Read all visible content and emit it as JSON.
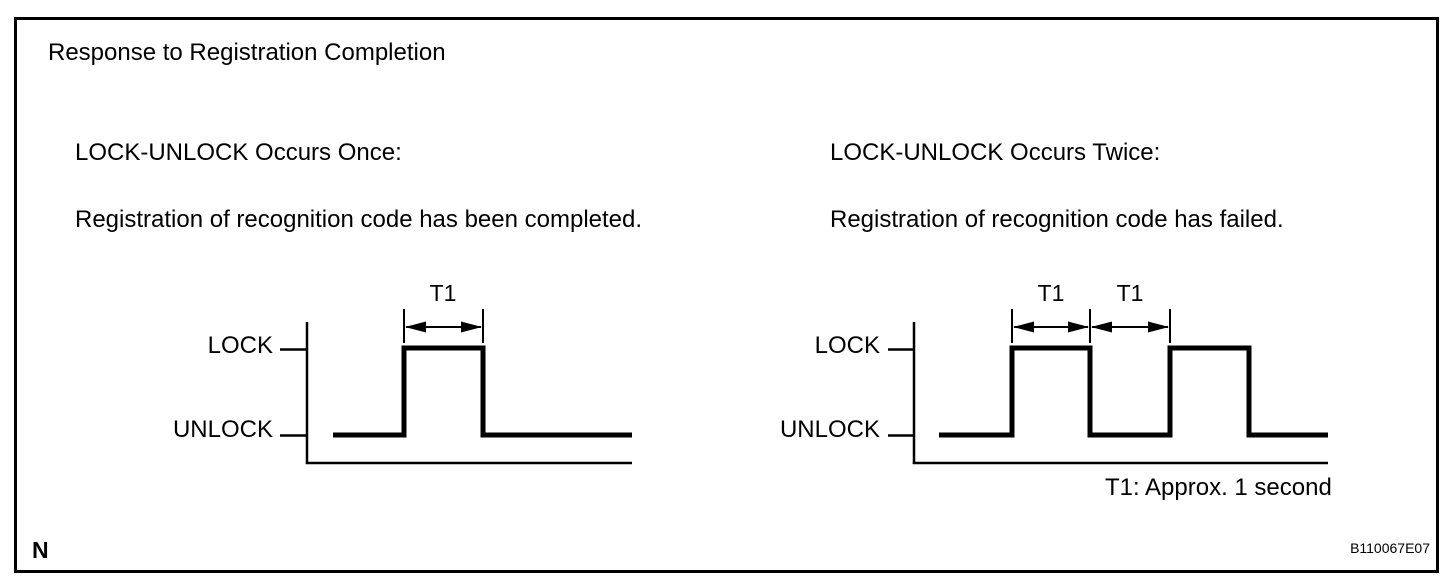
{
  "title": "Response to Registration Completion",
  "footer": {
    "page_marker": "N",
    "figure_code": "B110067E07",
    "note": "T1: Approx. 1 second"
  },
  "colors": {
    "ink": "#000000",
    "background": "#ffffff"
  },
  "panels": [
    {
      "heading": "LOCK-UNLOCK Occurs Once:",
      "description": "Registration of recognition code has been completed.",
      "waveform": {
        "lock_label": "LOCK",
        "unlock_label": "UNLOCK",
        "pulse_count": 1,
        "t1_labels": [
          "T1"
        ]
      }
    },
    {
      "heading": "LOCK-UNLOCK Occurs Twice:",
      "description": "Registration of recognition code has failed.",
      "waveform": {
        "lock_label": "LOCK",
        "unlock_label": "UNLOCK",
        "pulse_count": 2,
        "t1_labels": [
          "T1",
          "T1"
        ]
      }
    }
  ]
}
